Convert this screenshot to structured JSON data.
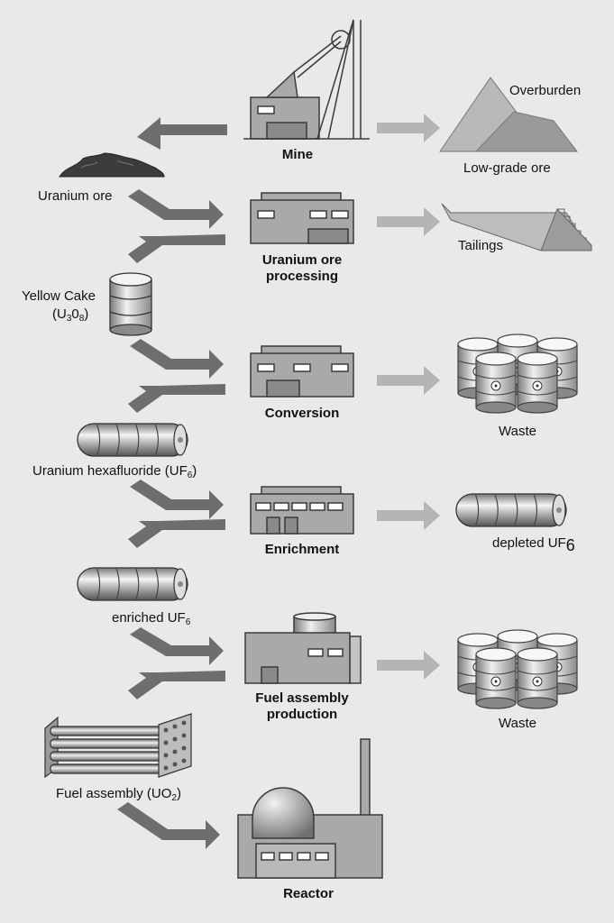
{
  "labels": {
    "mine": "Mine",
    "overburden": "Overburden",
    "low_grade_ore": "Low-grade ore",
    "uranium_ore": "Uranium ore",
    "processing_line1": "Uranium ore",
    "processing_line2": "processing",
    "tailings": "Tailings",
    "yellow_cake": "Yellow Cake",
    "yellow_cake_formula": {
      "a": "(U",
      "a_sub": "3",
      "b": "0",
      "b_sub": "8",
      "c": ")"
    },
    "conversion": "Conversion",
    "waste_1": "Waste",
    "uranium_hexafluoride": "Uranium hexafluoride (UF",
    "uranium_hexafluoride_sub": "6",
    "uranium_hexafluoride_end": ")",
    "enrichment": "Enrichment",
    "depleted_uf": "depleted UF",
    "depleted_uf_sub": "6",
    "enriched_uf": "enriched UF",
    "enriched_uf_sub": "6",
    "fuel_line1": "Fuel assembly",
    "fuel_line2": "production",
    "waste_2": "Waste",
    "fuel_assembly": "Fuel assembly (UO",
    "fuel_assembly_sub": "2",
    "fuel_assembly_end": ")",
    "reactor": "Reactor"
  },
  "colors": {
    "background": "#e9e9e9",
    "building_fill": "#a9a9a9",
    "building_stroke": "#3a3a3a",
    "arrow_dark": "#6e6e6e",
    "arrow_light": "#b4b4b4",
    "window": "#ffffff"
  }
}
